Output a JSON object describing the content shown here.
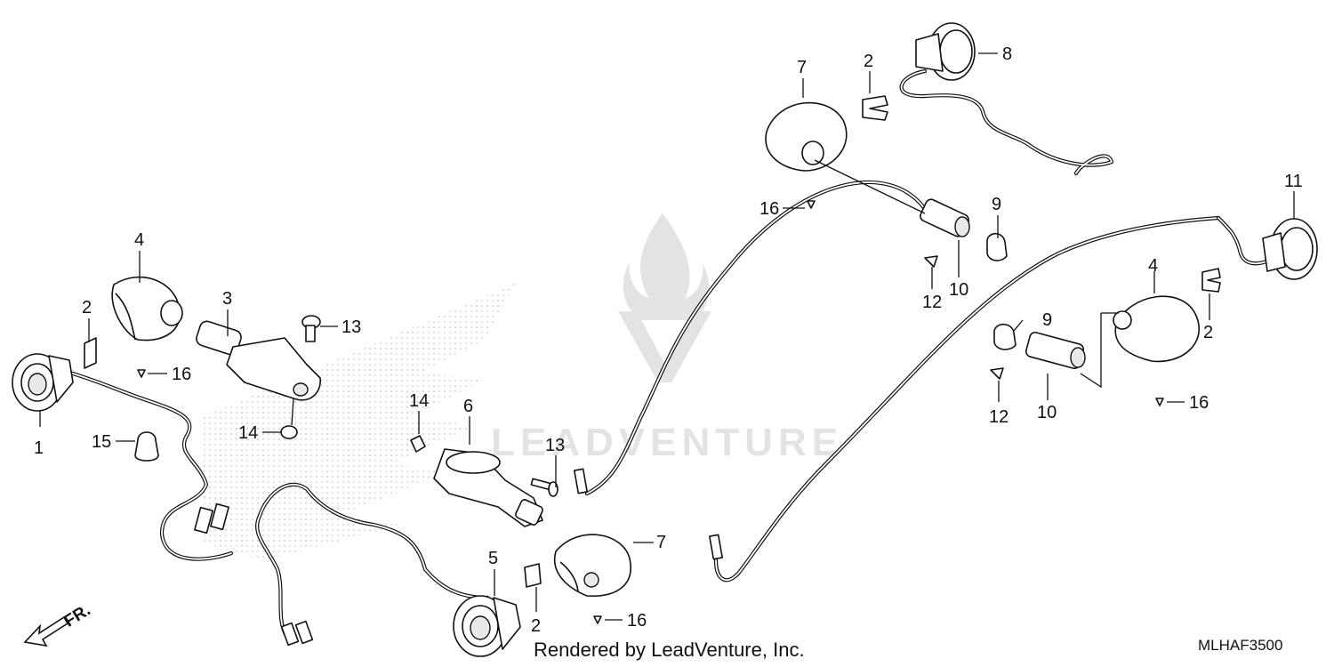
{
  "footer": {
    "rendered_by": "Rendered by LeadVenture, Inc.",
    "diagram_code": "MLHAF3500"
  },
  "direction": {
    "label": "FR."
  },
  "watermark": {
    "text": "LEADVENTURE"
  },
  "callouts": [
    "1",
    "2",
    "2",
    "2",
    "2",
    "3",
    "4",
    "4",
    "5",
    "6",
    "7",
    "7",
    "8",
    "9",
    "9",
    "10",
    "10",
    "11",
    "12",
    "12",
    "13",
    "13",
    "14",
    "14",
    "15",
    "16",
    "16",
    "16",
    "16"
  ]
}
